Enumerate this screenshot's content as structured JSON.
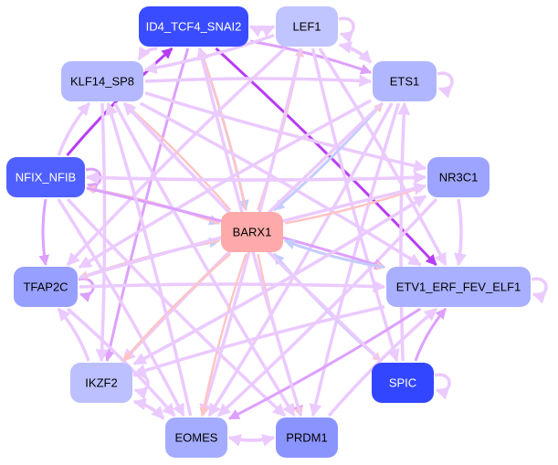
{
  "nodes": [
    {
      "id": "ID4_TCF4_SNAI2",
      "label": "ID4_TCF4_SNAI2",
      "color": "#3a4cff",
      "text": "#ffffff"
    },
    {
      "id": "LEF1",
      "label": "LEF1",
      "color": "#c0c4ff",
      "text": "#000000"
    },
    {
      "id": "KLF14_SP8",
      "label": "KLF14_SP8",
      "color": "#b4b9ff",
      "text": "#000000"
    },
    {
      "id": "ETS1",
      "label": "ETS1",
      "color": "#b0b6ff",
      "text": "#000000"
    },
    {
      "id": "NFIX_NFIB",
      "label": "NFIX_NFIB",
      "color": "#5060ff",
      "text": "#ffffff"
    },
    {
      "id": "NR3C1",
      "label": "NR3C1",
      "color": "#9ca4ff",
      "text": "#000000"
    },
    {
      "id": "BARX1",
      "label": "BARX1",
      "color": "#ffaaaa",
      "text": "#000000"
    },
    {
      "id": "TFAP2C",
      "label": "TFAP2C",
      "color": "#98a0ff",
      "text": "#000000"
    },
    {
      "id": "ETV1_ERF_FEV_ELF1",
      "label": "ETV1_ERF_FEV_ELF1",
      "color": "#a8b0ff",
      "text": "#000000"
    },
    {
      "id": "IKZF2",
      "label": "IKZF2",
      "color": "#bcc0ff",
      "text": "#000000"
    },
    {
      "id": "SPIC",
      "label": "SPIC",
      "color": "#3346ff",
      "text": "#ffffff"
    },
    {
      "id": "EOMES",
      "label": "EOMES",
      "color": "#a4acff",
      "text": "#000000"
    },
    {
      "id": "PRDM1",
      "label": "PRDM1",
      "color": "#8a94ff",
      "text": "#000000"
    }
  ],
  "edge_colors": {
    "p": "#ebcaff",
    "m": "#dda0ff",
    "d": "#b83cf5",
    "r": "#ffc4c4",
    "b": "#c4ccff"
  },
  "edges": [
    [
      "ID4_TCF4_SNAI2",
      "LEF1",
      "p"
    ],
    [
      "LEF1",
      "ID4_TCF4_SNAI2",
      "p"
    ],
    [
      "LEF1",
      "LEF1",
      "p"
    ],
    [
      "ETS1",
      "ETS1",
      "p"
    ],
    [
      "NFIX_NFIB",
      "NFIX_NFIB",
      "m"
    ],
    [
      "TFAP2C",
      "TFAP2C",
      "m"
    ],
    [
      "IKZF2",
      "IKZF2",
      "p"
    ],
    [
      "SPIC",
      "SPIC",
      "p"
    ],
    [
      "ETV1_ERF_FEV_ELF1",
      "ETV1_ERF_FEV_ELF1",
      "p"
    ],
    [
      "EOMES",
      "PRDM1",
      "p"
    ],
    [
      "PRDM1",
      "EOMES",
      "p"
    ],
    [
      "NFIX_NFIB",
      "ID4_TCF4_SNAI2",
      "d"
    ],
    [
      "ID4_TCF4_SNAI2",
      "ETV1_ERF_FEV_ELF1",
      "d"
    ],
    [
      "ID4_TCF4_SNAI2",
      "PRDM1",
      "m"
    ],
    [
      "ID4_TCF4_SNAI2",
      "BARX1",
      "b"
    ],
    [
      "BARX1",
      "ID4_TCF4_SNAI2",
      "r"
    ],
    [
      "ID4_TCF4_SNAI2",
      "IKZF2",
      "m"
    ],
    [
      "ID4_TCF4_SNAI2",
      "ETS1",
      "m"
    ],
    [
      "ID4_TCF4_SNAI2",
      "KLF14_SP8",
      "p"
    ],
    [
      "LEF1",
      "ETS1",
      "p"
    ],
    [
      "ETS1",
      "LEF1",
      "p"
    ],
    [
      "BARX1",
      "LEF1",
      "r"
    ],
    [
      "LEF1",
      "KLF14_SP8",
      "p"
    ],
    [
      "LEF1",
      "SPIC",
      "p"
    ],
    [
      "LEF1",
      "EOMES",
      "p"
    ],
    [
      "LEF1",
      "ETV1_ERF_FEV_ELF1",
      "p"
    ],
    [
      "LEF1",
      "TFAP2C",
      "p"
    ],
    [
      "KLF14_SP8",
      "NR3C1",
      "p"
    ],
    [
      "KLF14_SP8",
      "ETS1",
      "p"
    ],
    [
      "BARX1",
      "KLF14_SP8",
      "r"
    ],
    [
      "KLF14_SP8",
      "PRDM1",
      "p"
    ],
    [
      "KLF14_SP8",
      "IKZF2",
      "p"
    ],
    [
      "NFIX_NFIB",
      "KLF14_SP8",
      "p"
    ],
    [
      "KLF14_SP8",
      "ETV1_ERF_FEV_ELF1",
      "p"
    ],
    [
      "BARX1",
      "ETS1",
      "r"
    ],
    [
      "ETS1",
      "BARX1",
      "b"
    ],
    [
      "ETS1",
      "IKZF2",
      "p"
    ],
    [
      "ETS1",
      "TFAP2C",
      "p"
    ],
    [
      "ETS1",
      "PRDM1",
      "p"
    ],
    [
      "SPIC",
      "ETS1",
      "p"
    ],
    [
      "ETS1",
      "EOMES",
      "p"
    ],
    [
      "NFIX_NFIB",
      "NR3C1",
      "p"
    ],
    [
      "NR3C1",
      "NFIX_NFIB",
      "p"
    ],
    [
      "BARX1",
      "NR3C1",
      "r"
    ],
    [
      "NR3C1",
      "ETV1_ERF_FEV_ELF1",
      "p"
    ],
    [
      "NR3C1",
      "IKZF2",
      "p"
    ],
    [
      "NR3C1",
      "EOMES",
      "p"
    ],
    [
      "NFIX_NFIB",
      "BARX1",
      "b"
    ],
    [
      "BARX1",
      "NFIX_NFIB",
      "r"
    ],
    [
      "NFIX_NFIB",
      "TFAP2C",
      "m"
    ],
    [
      "NFIX_NFIB",
      "ETV1_ERF_FEV_ELF1",
      "m"
    ],
    [
      "NFIX_NFIB",
      "PRDM1",
      "p"
    ],
    [
      "NFIX_NFIB",
      "EOMES",
      "p"
    ],
    [
      "TFAP2C",
      "BARX1",
      "b"
    ],
    [
      "BARX1",
      "TFAP2C",
      "r"
    ],
    [
      "TFAP2C",
      "ETV1_ERF_FEV_ELF1",
      "p"
    ],
    [
      "TFAP2C",
      "NR3C1",
      "p"
    ],
    [
      "TFAP2C",
      "EOMES",
      "p"
    ],
    [
      "IKZF2",
      "TFAP2C",
      "p"
    ],
    [
      "BARX1",
      "ETV1_ERF_FEV_ELF1",
      "r"
    ],
    [
      "ETV1_ERF_FEV_ELF1",
      "BARX1",
      "b"
    ],
    [
      "BARX1",
      "SPIC",
      "r"
    ],
    [
      "SPIC",
      "BARX1",
      "b"
    ],
    [
      "BARX1",
      "IKZF2",
      "r"
    ],
    [
      "BARX1",
      "EOMES",
      "r"
    ],
    [
      "BARX1",
      "PRDM1",
      "r"
    ],
    [
      "SPIC",
      "ETV1_ERF_FEV_ELF1",
      "m"
    ],
    [
      "ETV1_ERF_FEV_ELF1",
      "IKZF2",
      "p"
    ],
    [
      "ETV1_ERF_FEV_ELF1",
      "EOMES",
      "m"
    ],
    [
      "PRDM1",
      "ETV1_ERF_FEV_ELF1",
      "p"
    ],
    [
      "IKZF2",
      "EOMES",
      "p"
    ],
    [
      "EOMES",
      "IKZF2",
      "p"
    ],
    [
      "IKZF2",
      "NR3C1",
      "p"
    ],
    [
      "EOMES",
      "KLF14_SP8",
      "p"
    ],
    [
      "PRDM1",
      "ID4_TCF4_SNAI2",
      "p"
    ],
    [
      "SPIC",
      "KLF14_SP8",
      "p"
    ]
  ]
}
